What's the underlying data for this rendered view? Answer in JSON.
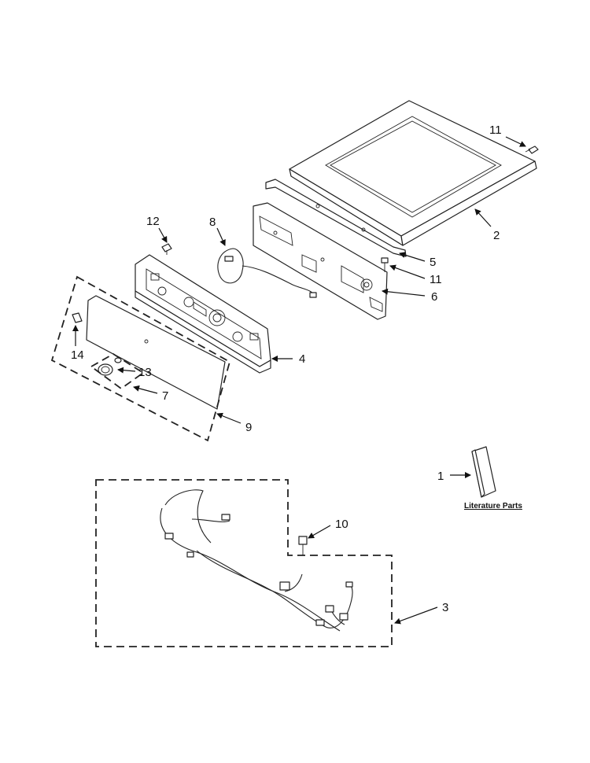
{
  "callouts": {
    "c1": "1",
    "c2": "2",
    "c3": "3",
    "c4": "4",
    "c5": "5",
    "c6": "6",
    "c7": "7",
    "c8": "8",
    "c9": "9",
    "c10": "10",
    "c11a": "11",
    "c11b": "11",
    "c12": "12",
    "c13": "13",
    "c14": "14"
  },
  "literature_label": "Literature Parts",
  "colors": {
    "line": "#222222",
    "background": "#ffffff"
  }
}
